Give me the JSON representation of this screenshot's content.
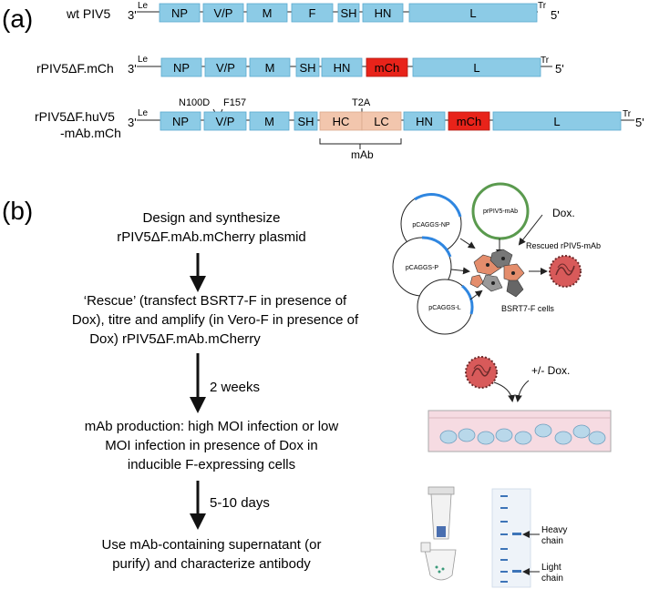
{
  "panel_a": {
    "label": "(a)",
    "constructs": [
      {
        "name": "wt PIV5",
        "end5": "3'",
        "le": "Le",
        "tr": "Tr",
        "end3": "5'",
        "genes": [
          {
            "label": "NP",
            "type": "blue"
          },
          {
            "label": "V/P",
            "type": "blue"
          },
          {
            "label": "M",
            "type": "blue"
          },
          {
            "label": "F",
            "type": "blue"
          },
          {
            "label": "SH",
            "type": "blue"
          },
          {
            "label": "HN",
            "type": "blue"
          },
          {
            "label": "L",
            "type": "blue"
          }
        ]
      },
      {
        "name": "rPIV5ΔF.mCh",
        "end5": "3'",
        "le": "Le",
        "tr": "Tr",
        "end3": "5'",
        "genes": [
          {
            "label": "NP",
            "type": "blue"
          },
          {
            "label": "V/P",
            "type": "blue"
          },
          {
            "label": "M",
            "type": "blue"
          },
          {
            "label": "SH",
            "type": "blue"
          },
          {
            "label": "HN",
            "type": "blue"
          },
          {
            "label": "mCh",
            "type": "red"
          },
          {
            "label": "L",
            "type": "blue"
          }
        ]
      },
      {
        "name_line1": "rPIV5ΔF.huV5",
        "name_line2": "-mAb.mCh",
        "end5": "3'",
        "le": "Le",
        "tr": "Tr",
        "end3": "5'",
        "mutation1": "N100D",
        "mutation2": "F157",
        "t2a": "T2A",
        "mab_bracket": "mAb",
        "genes": [
          {
            "label": "NP",
            "type": "blue"
          },
          {
            "label": "V/P",
            "type": "blue"
          },
          {
            "label": "M",
            "type": "blue"
          },
          {
            "label": "SH",
            "type": "blue"
          },
          {
            "label": "HC",
            "type": "peach"
          },
          {
            "label": "LC",
            "type": "peach"
          },
          {
            "label": "HN",
            "type": "blue"
          },
          {
            "label": "mCh",
            "type": "red"
          },
          {
            "label": "L",
            "type": "blue"
          }
        ]
      }
    ]
  },
  "panel_b": {
    "label": "(b)",
    "steps": [
      {
        "lines": [
          "Design and synthesize",
          "rPIV5ΔF.mAb.mCherry plasmid"
        ]
      },
      {
        "lines": [
          "‘Rescue’ (transfect BSRT7-F in presence of",
          "Dox), titre and amplify (in Vero-F in presence of",
          "Dox) rPIV5ΔF.mAb.mCherry"
        ]
      },
      {
        "lines": [
          "mAb production: high MOI infection or low",
          "MOI infection in presence of Dox in",
          "inducible F-expressing cells"
        ]
      },
      {
        "lines": [
          "Use mAb-containing supernatant (or",
          "purify) and characterize antibody"
        ]
      }
    ],
    "arrow_labels": [
      "",
      "2 weeks",
      "5-10 days"
    ],
    "illustration1": {
      "plasmids": [
        "pCAGGS-NP",
        "prPIV5-mAb",
        "pCAGGS-P",
        "pCAGGS-L"
      ],
      "dox_label": "Dox.",
      "rescued_label": "Rescued rPIV5-mAb",
      "cells_label": "BSRT7-F cells"
    },
    "illustration2": {
      "dox_label": "+/- Dox."
    },
    "illustration3": {
      "heavy_label_1": "Heavy",
      "heavy_label_2": "chain",
      "light_label_1": "Light",
      "light_label_2": "chain"
    }
  },
  "colors": {
    "gene_blue": "#8ccbe6",
    "gene_blue_stroke": "#5aa9cf",
    "gene_red": "#e8231a",
    "gene_peach": "#f2c6ad",
    "plasmid_blue": "#2f86e0",
    "plasmid_green": "#5a9a4e",
    "virus_red": "#d85a5a",
    "cell_orange": "#e48d6c",
    "cell_grey": "#777777",
    "dish_pink": "#f6dbe2",
    "gel_blue": "#3d74b8"
  }
}
